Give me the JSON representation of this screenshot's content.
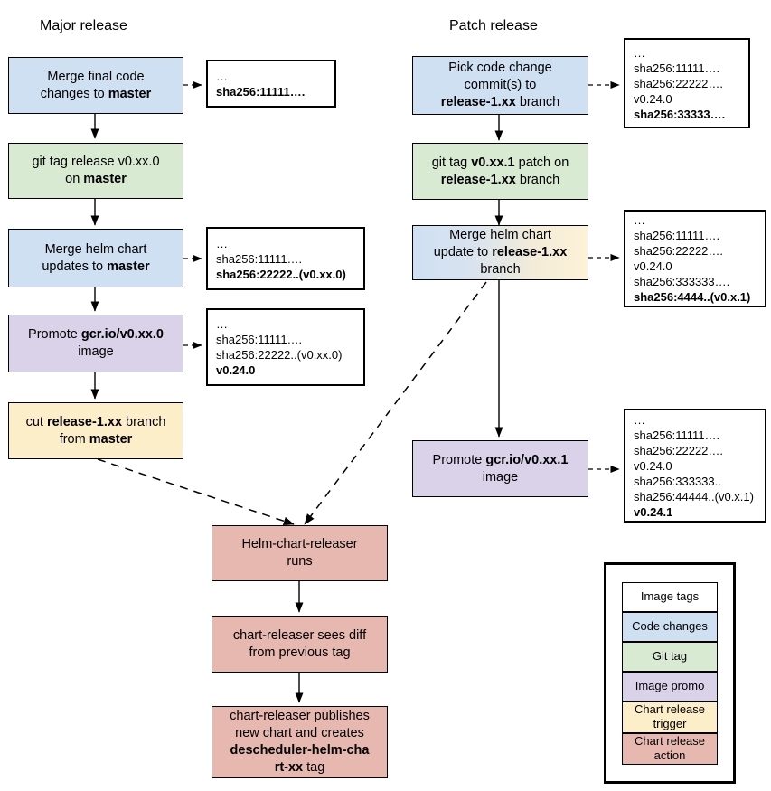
{
  "columns": {
    "major_title": "Major release",
    "patch_title": "Patch release"
  },
  "major_flow": [
    {
      "id": "merge-final-code",
      "kind": "code-changes",
      "line1": "Merge final code",
      "line2_pre": "changes to ",
      "line2_bold": "master",
      "line2_post": ""
    },
    {
      "id": "git-tag-release",
      "kind": "git-tag",
      "line1": "git tag release v0.xx.0",
      "line2_pre": "on ",
      "line2_bold": "master",
      "line2_post": ""
    },
    {
      "id": "merge-helm-chart-master",
      "kind": "code-changes",
      "line1": "Merge helm chart",
      "line2_pre": "updates to ",
      "line2_bold": "master",
      "line2_post": ""
    },
    {
      "id": "promote-image-major",
      "kind": "image-promo",
      "line1_pre": "Promote ",
      "line1_bold": "gcr.io/v0.xx.0",
      "line1_post": "",
      "line2": "image"
    },
    {
      "id": "cut-release-branch",
      "kind": "chart-release-trigger",
      "line1_pre": "cut ",
      "line1_bold": "release-1.xx",
      "line1_post": " branch",
      "line2_pre": "from ",
      "line2_bold": "master",
      "line2_post": ""
    }
  ],
  "patch_flow": [
    {
      "id": "pick-code-change",
      "kind": "code-changes",
      "line1": "Pick code change",
      "line2": "commit(s) to",
      "line3_bold": "release-1.xx",
      "line3_post": " branch"
    },
    {
      "id": "git-tag-patch",
      "kind": "git-tag",
      "line1_pre": "git tag ",
      "line1_bold": "v0.xx.1",
      "line1_post": " patch on",
      "line2_bold": "release-1.xx",
      "line2_post": " branch"
    },
    {
      "id": "merge-helm-chart-release-branch",
      "kind": "code-changes-and-trigger",
      "line1": "Merge helm chart",
      "line2_pre": "update to ",
      "line2_bold": "release-1.xx",
      "line2_post": "",
      "line3": "branch"
    },
    {
      "id": "promote-image-patch",
      "kind": "image-promo",
      "line1_pre": "Promote ",
      "line1_bold": "gcr.io/v0.xx.1",
      "line1_post": "",
      "line2": "image"
    }
  ],
  "chart_releaser_flow": [
    {
      "id": "helm-chart-releaser-runs",
      "kind": "chart-release-action",
      "line1": "Helm-chart-releaser",
      "line2": "runs"
    },
    {
      "id": "chart-releaser-sees-diff",
      "kind": "chart-release-action",
      "line1": "chart-releaser sees diff",
      "line2": "from previous tag"
    },
    {
      "id": "chart-releaser-publishes",
      "kind": "chart-release-action",
      "line1": "chart-releaser publishes",
      "line2": "new chart and creates",
      "line3_bold": "descheduler-helm-cha",
      "line4_bold": "rt-xx",
      "line4_post": " tag"
    }
  ],
  "tag_boxes": [
    {
      "id": "tags-after-merge-final-code",
      "lines": [
        {
          "text": "…",
          "bold": false
        },
        {
          "text": "sha256:11111….",
          "bold": true
        }
      ]
    },
    {
      "id": "tags-after-merge-helm-chart-master",
      "lines": [
        {
          "text": "…",
          "bold": false
        },
        {
          "text": "sha256:11111….",
          "bold": false
        },
        {
          "text": "sha256:22222..(v0.xx.0)",
          "bold": true
        }
      ]
    },
    {
      "id": "tags-after-promote-image-major",
      "lines": [
        {
          "text": "…",
          "bold": false
        },
        {
          "text": "sha256:11111….",
          "bold": false
        },
        {
          "text": "sha256:22222..(v0.xx.0)",
          "bold": false
        },
        {
          "text": "v0.24.0",
          "bold": true
        }
      ]
    },
    {
      "id": "tags-after-pick-code-change",
      "lines": [
        {
          "text": "…",
          "bold": false
        },
        {
          "text": "sha256:11111….",
          "bold": false
        },
        {
          "text": "sha256:22222….",
          "bold": false
        },
        {
          "text": "v0.24.0",
          "bold": false
        },
        {
          "text": "sha256:33333….",
          "bold": true
        }
      ]
    },
    {
      "id": "tags-after-merge-helm-chart-release-branch",
      "lines": [
        {
          "text": "…",
          "bold": false
        },
        {
          "text": "sha256:11111….",
          "bold": false
        },
        {
          "text": "sha256:22222….",
          "bold": false
        },
        {
          "text": "v0.24.0",
          "bold": false
        },
        {
          "text": "sha256:333333….",
          "bold": false
        },
        {
          "text": "sha256:4444..(v0.x.1)",
          "bold": true
        }
      ]
    },
    {
      "id": "tags-after-promote-image-patch",
      "lines": [
        {
          "text": "…",
          "bold": false
        },
        {
          "text": "sha256:11111….",
          "bold": false
        },
        {
          "text": "sha256:22222….",
          "bold": false
        },
        {
          "text": "v0.24.0",
          "bold": false
        },
        {
          "text": "sha256:333333..",
          "bold": false
        },
        {
          "text": "sha256:44444..(v0.x.1)",
          "bold": false
        },
        {
          "text": "v0.24.1",
          "bold": true
        }
      ]
    }
  ],
  "legend": {
    "items": [
      {
        "label": "Image tags",
        "kind": "image-tags",
        "color": "#ffffff"
      },
      {
        "label": "Code changes",
        "kind": "code-changes",
        "color": "#cfe0f3"
      },
      {
        "label": "Git tag",
        "kind": "git-tag",
        "color": "#d9ead3"
      },
      {
        "label": "Image promo",
        "kind": "image-promo",
        "color": "#d9d2e9"
      },
      {
        "label": "Chart release trigger",
        "kind": "chart-release-trigger",
        "color": "#fdeeca"
      },
      {
        "label": "Chart release action",
        "kind": "chart-release-action",
        "color": "#e6b8af"
      }
    ]
  },
  "colors": {
    "code_changes": "#cfe0f3",
    "git_tag": "#d9ead3",
    "image_promo": "#d9d2e9",
    "chart_release_trigger": "#fdeeca",
    "chart_release_action": "#e6b8af",
    "image_tags": "#ffffff",
    "stroke": "#000000"
  }
}
